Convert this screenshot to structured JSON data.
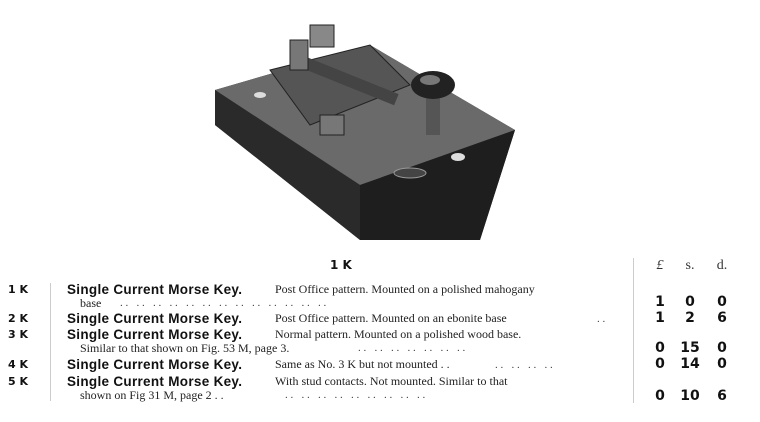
{
  "figure": {
    "caption": "1 K"
  },
  "price_header": {
    "pounds": "£",
    "shillings": "s.",
    "pence": "d."
  },
  "items": [
    {
      "code": "1 K",
      "title": "Single Current Morse Key.",
      "desc_line1": "Post Office pattern.  Mounted on a polished mahogany",
      "desc_line2": "base",
      "dots": ". .   . .   . .   . .   . .   . .   . .   . .   . .   . .   . .   . .   . .",
      "price": {
        "l": "1",
        "s": "0",
        "d": "0"
      }
    },
    {
      "code": "2 K",
      "title": "Single Current Morse Key.",
      "desc_line1": "Post Office pattern.   Mounted on an ebonite base",
      "dots1": ". .",
      "price": {
        "l": "1",
        "s": "2",
        "d": "6"
      }
    },
    {
      "code": "3 K",
      "title": "Single Current Morse Key.",
      "desc_line1": "Normal pattern.   Mounted on a polished wood base.",
      "desc_line2": "Similar to that shown on Fig. 53 M, page 3.",
      "dots": ". .   . .   . .   . .   . .   . .   . .",
      "price": {
        "l": "0",
        "s": "15",
        "d": "0"
      }
    },
    {
      "code": "4 K",
      "title": "Single Current Morse Key.",
      "desc_line1": "Same as No. 3 K but not mounted . .",
      "dots1": ". .   . .   . .   . .",
      "price": {
        "l": "0",
        "s": "14",
        "d": "0"
      }
    },
    {
      "code": "5 K",
      "title": "Single Current Morse Key.",
      "desc_line1": "With stud contacts.  Not mounted.  Similar to that",
      "desc_line2": "shown on Fig 31 M, page 2  . .",
      "dots": ". .   . .   . .   . .   . .   . .   . .   . .   . .",
      "price": {
        "l": "0",
        "s": "10",
        "d": "6"
      }
    }
  ]
}
